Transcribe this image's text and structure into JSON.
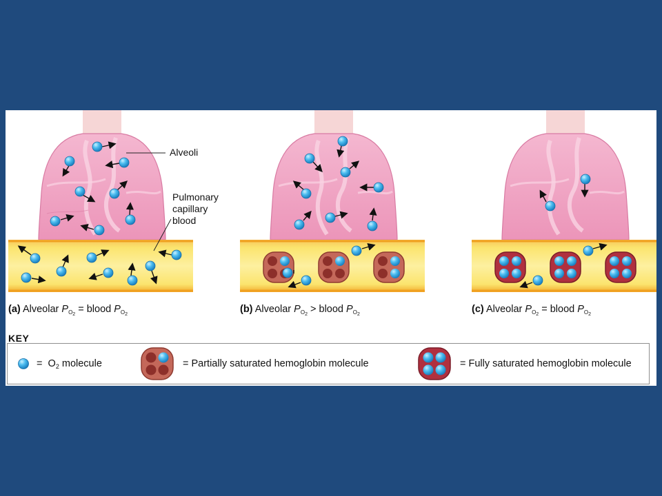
{
  "panels": [
    {
      "letter": "(a)",
      "alveolar_text": "Alveolar",
      "p_symbol": "P",
      "p_sub": "O",
      "p_sub2": "2",
      "relation": "=",
      "blood_text": "blood",
      "hemoglobin_state": "none"
    },
    {
      "letter": "(b)",
      "alveolar_text": "Alveolar",
      "p_symbol": "P",
      "p_sub": "O",
      "p_sub2": "2",
      "relation": ">",
      "blood_text": "blood",
      "hemoglobin_state": "partially-saturated"
    },
    {
      "letter": "(c)",
      "alveolar_text": "Alveolar",
      "p_symbol": "P",
      "p_sub": "O",
      "p_sub2": "2",
      "relation": "=",
      "blood_text": "blood",
      "hemoglobin_state": "fully-saturated"
    }
  ],
  "labels": {
    "alveoli": "Alveoli",
    "capillary_line1": "Pulmonary",
    "capillary_line2": "capillary blood"
  },
  "key": {
    "title": "KEY",
    "o2_eq": "=",
    "o2_label": "O",
    "o2_sub": "2",
    "o2_suffix": "molecule",
    "partial_label": "=  Partially saturated hemoglobin molecule",
    "full_label": "=  Fully saturated hemoglobin molecule"
  },
  "colors": {
    "background": "#1f4a7d",
    "lung_pink": "#ee9fbf",
    "trachea": "#f5d3d4",
    "blood_yellow": "#fbe26a",
    "blood_orange": "#f2a92a",
    "o2_blue": "#3fb4ec",
    "hb_partial": "#c86a5a",
    "hb_full": "#b0303f"
  }
}
